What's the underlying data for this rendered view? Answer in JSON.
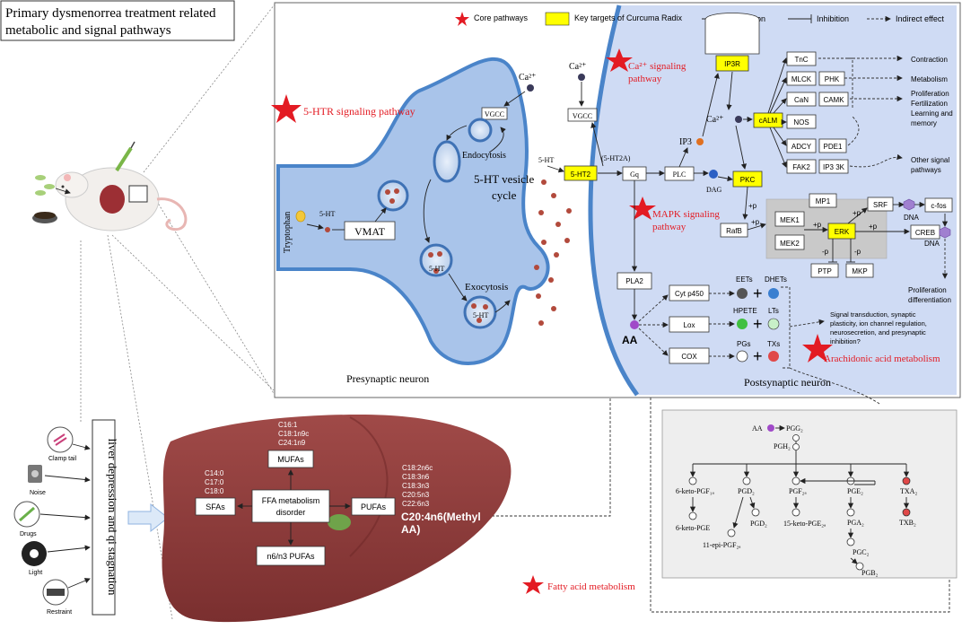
{
  "title": {
    "line1": "Primary dysmenorrea treatment related",
    "line2": "metabolic and signal pathways"
  },
  "legend": {
    "core": "Core pathways",
    "targets": "Key targets of Curcuma Radix",
    "activation": "Activation",
    "inhibition": "Inhibition",
    "indirect": "Indirect effect"
  },
  "pathways": {
    "htr": "5-HTR signaling pathway",
    "ca": "Ca²⁺ signaling",
    "ca2": "pathway",
    "mapk": "MAPK signaling",
    "mapk2": "pathway",
    "aa": "Arachidonic acid metabolism",
    "fa": "Fatty acid metabolism"
  },
  "presyn": {
    "ca": "Ca²⁺",
    "vgcc": "VGCC",
    "endocytosis": "Endocytosis",
    "vesicle1": "5-HT vesicle",
    "vesicle2": "cycle",
    "tryptophan": "Tryptophan",
    "ht5": "5-HT",
    "vmat": "VMAT",
    "exocytosis": "Exocytosis",
    "vht1": "5-HT",
    "vht2": "5-HT",
    "label": "Presynaptic neuron"
  },
  "postsyn": {
    "ca": "Ca²⁺",
    "vgcc": "VGCC",
    "ht5": "5-HT",
    "ht2a": "(5-HT2A)",
    "ht2": "5-HT2",
    "gq": "Gq",
    "plc": "PLC",
    "dag": "DAG",
    "pkc": "PKC",
    "ip3": "IP3",
    "ip3r": "IP3R",
    "ca_mid": "Ca²⁺",
    "tnc": "TnC",
    "mlck": "MLCK",
    "phk": "PHK",
    "can": "CaN",
    "camk": "CAMK",
    "calm": "cALM",
    "nos": "NOS",
    "adcy": "ADCY",
    "pde1": "PDE1",
    "fak2": "FAK2",
    "ip33k": "IP3 3K",
    "contraction": "Contraction",
    "metabolism": "Metabolism",
    "prolif1": "Proliferation",
    "prolif2": "Fertilization",
    "prolif3": "Learning and",
    "prolif4": "memory",
    "other1": "Other signal",
    "other2": "pathways",
    "plus_p": "+p",
    "mp1": "MP1",
    "mek1": "MEK1",
    "mek2": "MEK2",
    "erk": "ERK",
    "rafb": "RafB",
    "srf": "SRF",
    "cfos": "c-fos",
    "creb": "CREB",
    "dna1": "DNA",
    "dna2": "DNA",
    "ptp": "PTP",
    "mkp": "MKP",
    "minus_p": "-p",
    "profdiff1": "Proliferation",
    "profdiff2": "differentiation",
    "pla2": "PLA2",
    "aa": "AA",
    "cyp": "Cyt p450",
    "lox": "Lox",
    "cox": "COX",
    "eets": "EETs",
    "dhets": "DHETs",
    "hpete": "HPETE",
    "lts": "LTs",
    "pgs": "PGs",
    "txs": "TXs",
    "signal1": "Signal transduction, synaptic",
    "signal2": "plasticity, ion channel regulation,",
    "signal3": "neurosecretion, and presynaptic",
    "signal4": "inhibition?",
    "label": "Postsynaptic neuron"
  },
  "causes": {
    "vertical": "liver depression and qi stagnation",
    "clamp": "Clamp tail",
    "noise": "Noise",
    "drugs": "Drugs",
    "light": "Light",
    "restraint": "Restraint"
  },
  "liver": {
    "mufa_list": [
      "C16:1",
      "C18:1n9c",
      "C24:1n9"
    ],
    "mufas": "MUFAs",
    "sfa_list": [
      "C14:0",
      "C17:0",
      "C18:0"
    ],
    "sfas": "SFAs",
    "ffa1": "FFA metabolism",
    "ffa2": "disorder",
    "pufa_list": [
      "C18:2n6c",
      "C18:3n6",
      "C18:3n3",
      "C20:5n3",
      "C22:6n3"
    ],
    "pufas": "PUFAs",
    "big1": "C20:4n6(Methyl",
    "big2": "AA)",
    "n6n3": "n6/n3 PUFAs"
  },
  "pg": {
    "aa": "AA",
    "pgg2": "PGG₂",
    "pgh2": "PGH₂",
    "keto1": "6-keto-PGF₁ₐ",
    "keto2": "6-keto-PGE",
    "pgd2": "PGD₂",
    "pgd2b": "PGD₂",
    "epi": "11-epi-PGF₂ₐ",
    "pgf2a": "PGF₂ₐ",
    "ketopge": "15-keto-PGE₂ₐ",
    "pge2": "PGE₂",
    "pga2": "PGA₂",
    "pgc2": "PGC₂",
    "pgb2": "PGB₂",
    "txa2": "TXA₂",
    "txb2": "TXB₂"
  },
  "colors": {
    "cell_fill": "#cfdbf4",
    "presyn_fill": "#a9c4ea",
    "membrane": "#4a84c9",
    "key_target": "#ffff00",
    "star": "#e31b23",
    "liver": "#8c3b3b",
    "vesicle_dot": "#b24a3c"
  }
}
